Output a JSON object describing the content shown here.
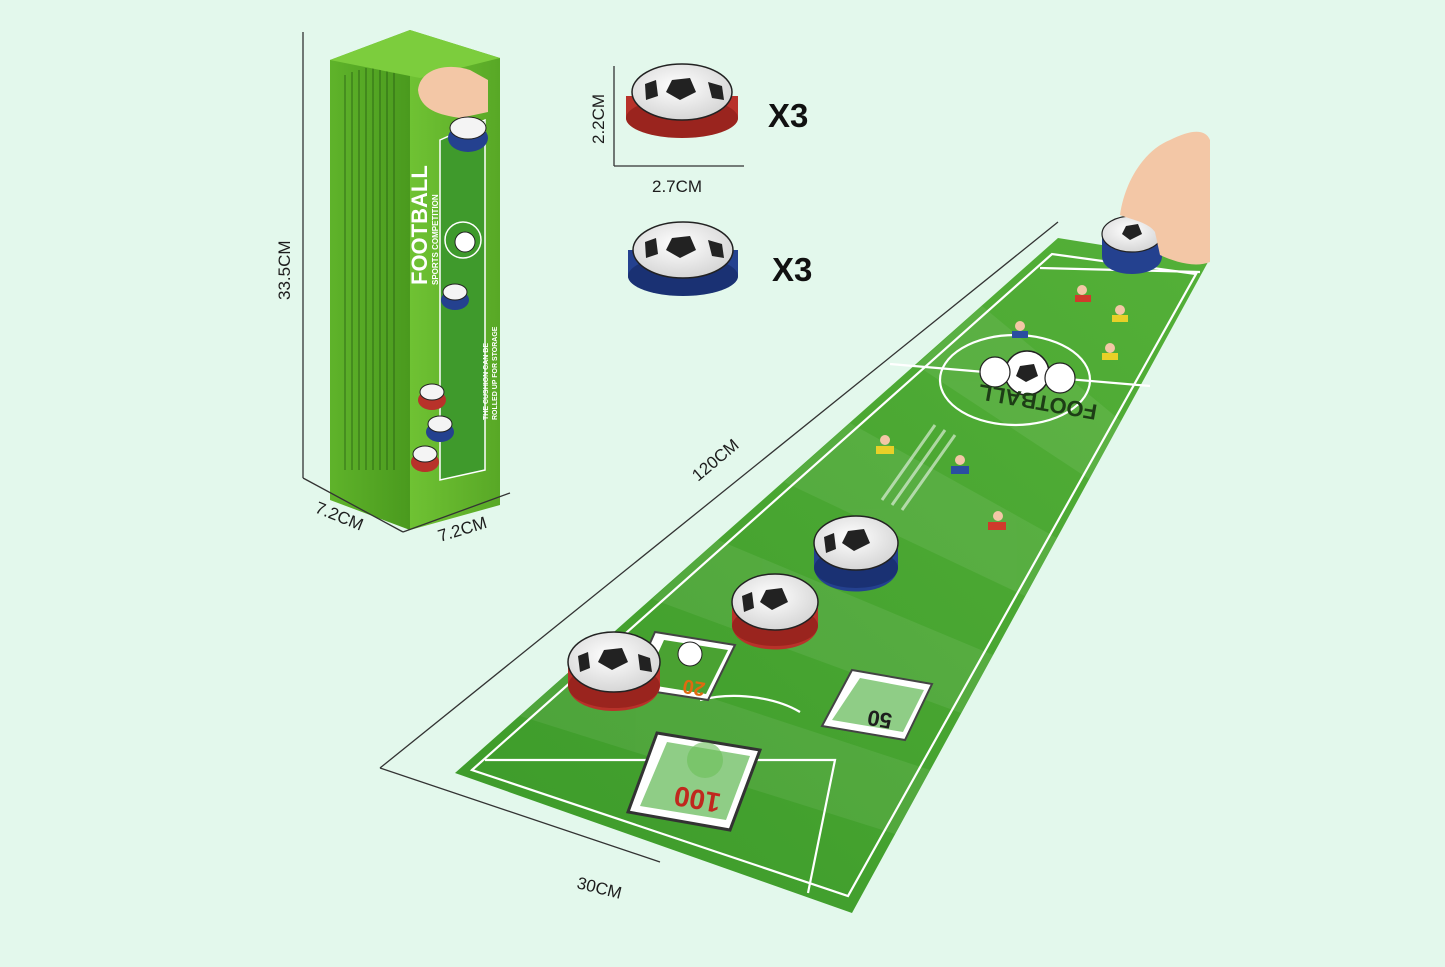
{
  "dimensions": {
    "box_height": "33.5CM",
    "box_width_left": "7.2CM",
    "box_width_right": "7.2CM",
    "puck_height": "2.2CM",
    "puck_diameter": "2.7CM",
    "mat_length": "120CM",
    "mat_width": "30CM"
  },
  "pucks": {
    "red_count": "X3",
    "blue_count": "X3"
  },
  "box": {
    "title": "FOOTBALL",
    "subtitle": "SPORTS COMPETITION",
    "note_line1": "THE CUSHION CAN BE",
    "note_line2": "ROLLED UP FOR STORAGE"
  },
  "mat": {
    "center_label": "FOOTBALL",
    "score_cards": [
      "20",
      "50",
      "100"
    ]
  },
  "colors": {
    "background": "#e3f8ec",
    "pitch_green": "#3f9a2c",
    "red_puck": "#b8322a",
    "blue_puck": "#24418f"
  }
}
